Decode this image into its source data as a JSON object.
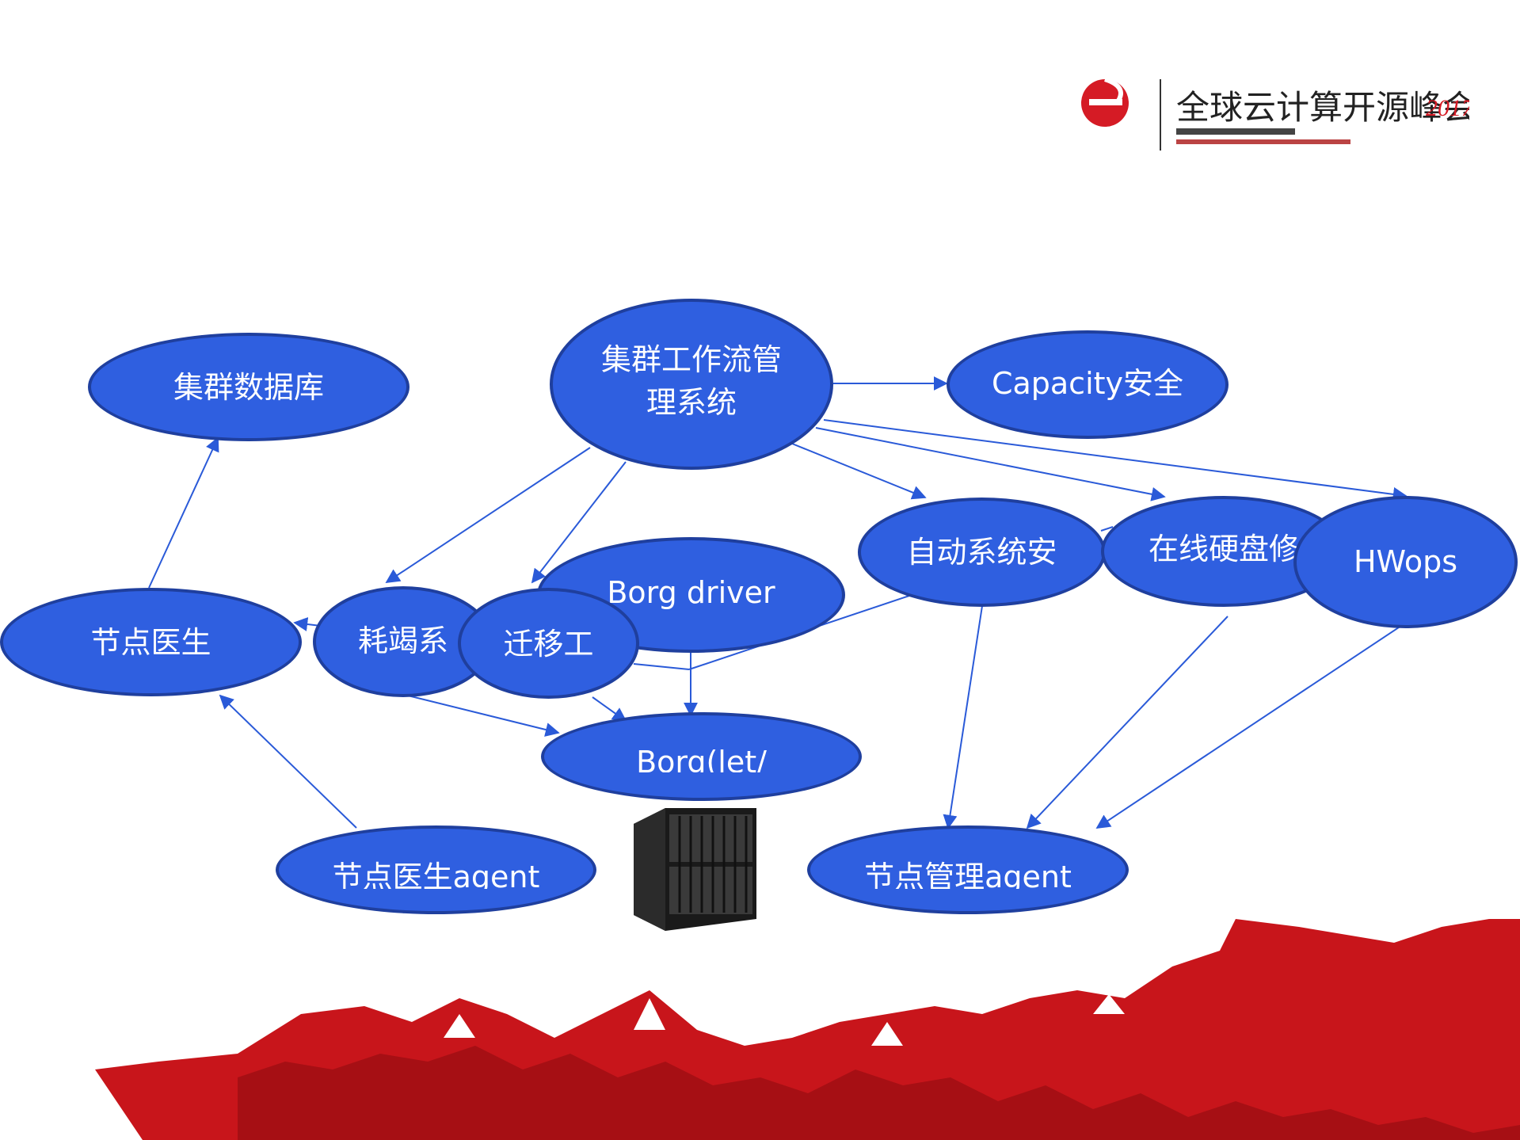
{
  "nodes": {
    "cluster_db": "集群数据库",
    "workflow_mgmt": "集群工作流管\n理系统",
    "capacity": "Capacity安全",
    "auto_system": "自动系统安",
    "online_disk": "在线硬盘修",
    "hwops": "HWops",
    "borg_driver": "Borg driver",
    "node_doctor": "节点医生",
    "consume": "耗竭系",
    "migrate": "迁移工",
    "borglet": "Borg(let/",
    "doctor_agent": "节点医生agent",
    "mgmt_agent": "节点管理agent"
  },
  "logo": {
    "title": "全球云计算开源峰会",
    "year": "2017"
  },
  "colors": {
    "node_fill": "#2f5fe0",
    "node_border": "#1f3f9e",
    "edge": "#2a5ad8",
    "banner_red": "#c8151b"
  }
}
